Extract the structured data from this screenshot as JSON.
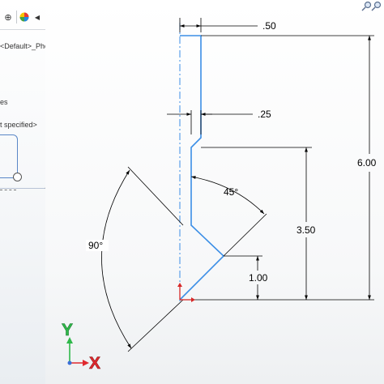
{
  "panel": {
    "config_text": "<Default>_Pho",
    "label_partial": "es",
    "material_text": "t specified>"
  },
  "toolbar": {
    "items": [
      "target-icon",
      "appearance-icon",
      "collapse-right-icon"
    ]
  },
  "sketch": {
    "dimensions": {
      "top_width": ".50",
      "shoulder_width": ".25",
      "total_height": "6.00",
      "mid_height": "3.50",
      "point_height": "1.00",
      "chamfer_angle": "45°",
      "arc_angle": "90°"
    }
  },
  "triad": {
    "y_label": "Y",
    "x_label": "X"
  },
  "view_controls": {
    "icon": "zoom-search-icon"
  },
  "colors": {
    "sketch_line": "#3b8ee6",
    "dimension": "#000000",
    "triad_y": "#2fb84a",
    "triad_x": "#e0282e",
    "origin": "#d62828"
  }
}
